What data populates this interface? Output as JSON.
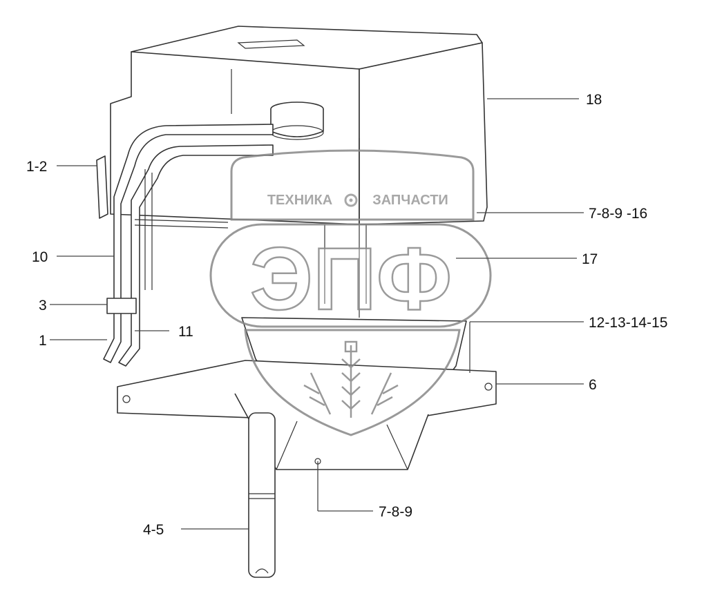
{
  "diagram": {
    "callouts": [
      {
        "id": "c18",
        "text": "18"
      },
      {
        "id": "c1-2",
        "text": "1-2"
      },
      {
        "id": "c7-8-9-16",
        "text": "7-8-9 -16"
      },
      {
        "id": "c10",
        "text": "10"
      },
      {
        "id": "c17",
        "text": "17"
      },
      {
        "id": "c3",
        "text": "3"
      },
      {
        "id": "c12-13-14-15",
        "text": "12-13-14-15"
      },
      {
        "id": "c11",
        "text": "11"
      },
      {
        "id": "c1",
        "text": "1"
      },
      {
        "id": "c6",
        "text": "6"
      },
      {
        "id": "c7-8-9",
        "text": "7-8-9"
      },
      {
        "id": "c4-5",
        "text": "4-5"
      }
    ]
  },
  "watermark": {
    "left_word": "ТЕХНИКА",
    "right_word": "ЗАПЧАСТИ",
    "big_letters": "ЭПФ"
  },
  "colors": {
    "line": "#333333",
    "watermark": "#9a9a9a"
  }
}
